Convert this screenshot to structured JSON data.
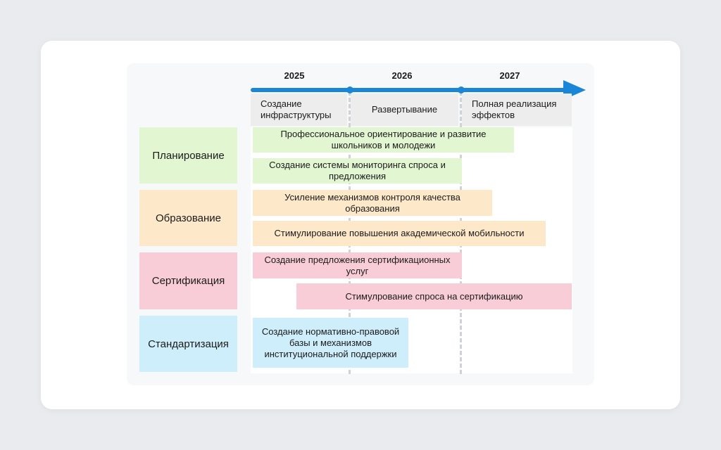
{
  "timeline": {
    "years": [
      "2025",
      "2026",
      "2027"
    ],
    "phases": [
      "Создание\nинфраструктуры",
      "Развертывание",
      "Полная реализация\nэффектов"
    ]
  },
  "categories": [
    {
      "label": "Планирование",
      "color": "#e2f6d2"
    },
    {
      "label": "Образование",
      "color": "#fde8c9"
    },
    {
      "label": "Сертификация",
      "color": "#f9cdd8"
    },
    {
      "label": "Стандартизация",
      "color": "#cdeefa"
    }
  ],
  "tasks": [
    "Профессиональное ориентирование и развитие\nшкольников и молодежи",
    "Создание системы мониторинга спроса и\nпредложения",
    "Усиление механизмов контроля качества\nобразования",
    "Стимулирование повышения академической мобильности",
    "Создание предложения сертификационных\nуслуг",
    "Стимулрование спроса на сертификацию",
    "Создание нормативно-правовой\nбазы и механизмов\nинституциональной поддержки"
  ],
  "colors": {
    "accent": "#1b86d8",
    "phase_bg": "#ededed"
  },
  "icons": [
    "timeline-arrow-icon"
  ]
}
